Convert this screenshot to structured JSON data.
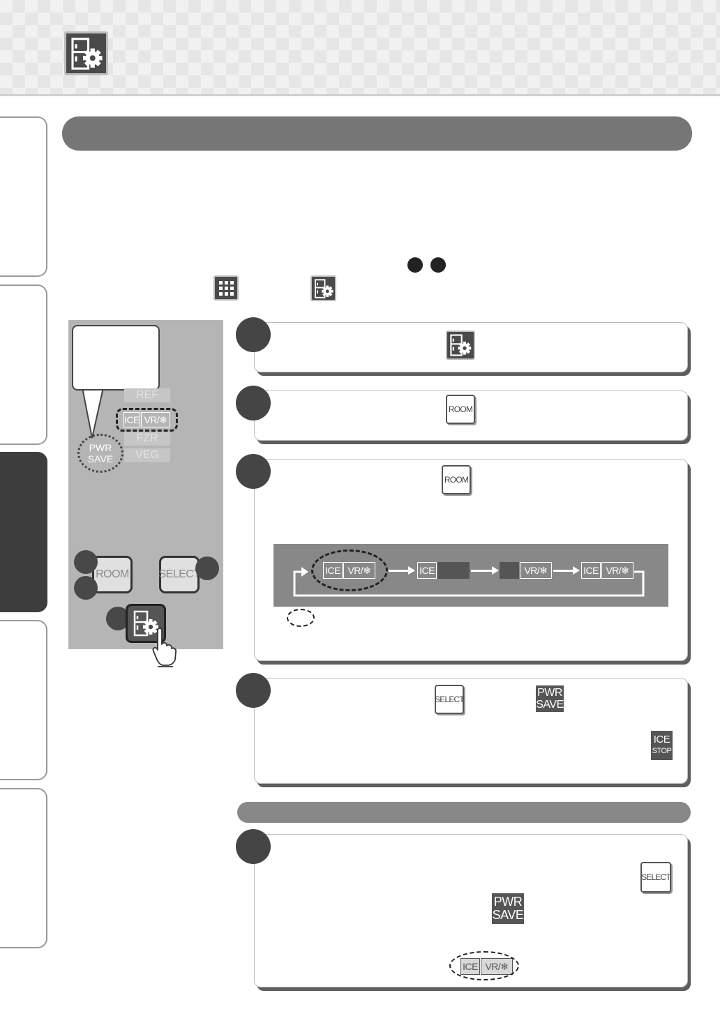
{
  "page": {
    "colors": {
      "accent_dark": "#4a4a4a",
      "title_bar": "#767676",
      "panel": "#b5b5b5",
      "flow_band": "#888888"
    },
    "icons": [
      "fridge-settings-icon",
      "grid-menu-icon",
      "hand-pointer-icon"
    ]
  },
  "control_panel": {
    "labels": [
      "REF",
      "FZR",
      "VEG"
    ],
    "ice_label": "ICE",
    "vr_label": "VR/❄",
    "pwr_save": [
      "PWR",
      "SAVE"
    ],
    "buttons": {
      "room": "ROOM",
      "select": "SELECT"
    }
  },
  "steps": {
    "step2_button": "ROOM",
    "step3_button": "ROOM",
    "flow": [
      {
        "a": "ICE",
        "b": "VR/❄"
      },
      {
        "a": "ICE",
        "b": ""
      },
      {
        "a": "",
        "b": "VR/❄"
      },
      {
        "a": "ICE",
        "b": "VR/❄"
      }
    ],
    "step4": {
      "select": "SELECT",
      "pwr": [
        "PWR",
        "SAVE"
      ],
      "ice_stop": [
        "ICE",
        "STOP"
      ]
    },
    "step5": {
      "select": "SELECT",
      "pwr": [
        "PWR",
        "SAVE"
      ],
      "ice": "ICE",
      "vr": "VR/❄"
    }
  }
}
